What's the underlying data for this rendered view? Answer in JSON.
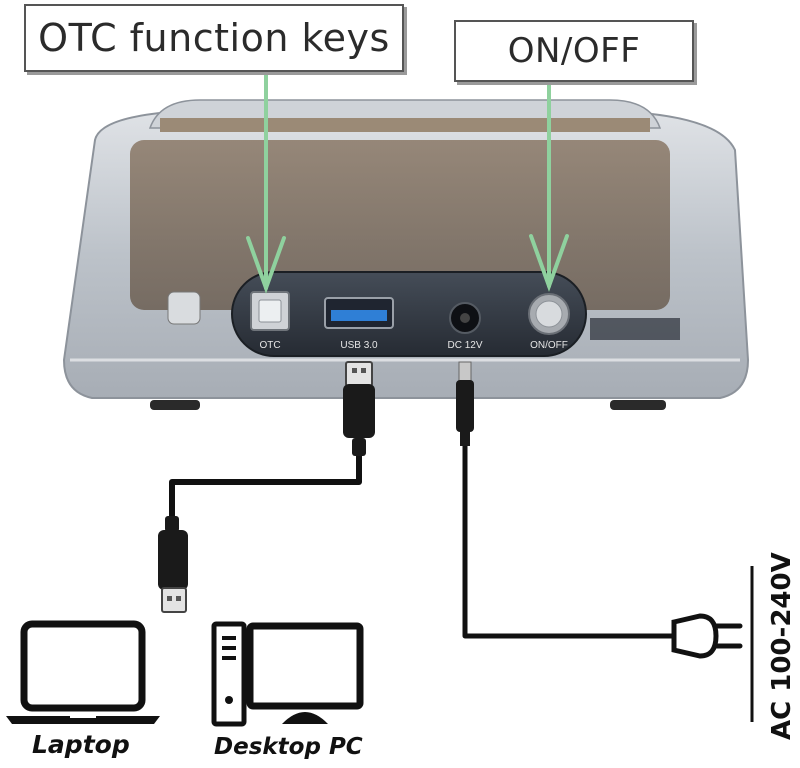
{
  "callouts": {
    "otc": "OTC function keys",
    "onoff": "ON/OFF"
  },
  "ports": {
    "otc": "OTC",
    "usb": "USB 3.0",
    "dc": "DC 12V",
    "onoff": "ON/OFF"
  },
  "devices": {
    "laptop": "Laptop",
    "desktop": "Desktop PC"
  },
  "power": {
    "label": "AC 100-240V"
  },
  "colors": {
    "arrow": "#8fd19e",
    "enclosure": "#c9cdd2",
    "front_panel": "#2f3640",
    "usb_port": "#2f7fd6",
    "cable": "#111111"
  },
  "icons": [
    "laptop-icon",
    "desktop-pc-icon",
    "ac-plug-icon",
    "usb-plug-icon"
  ]
}
